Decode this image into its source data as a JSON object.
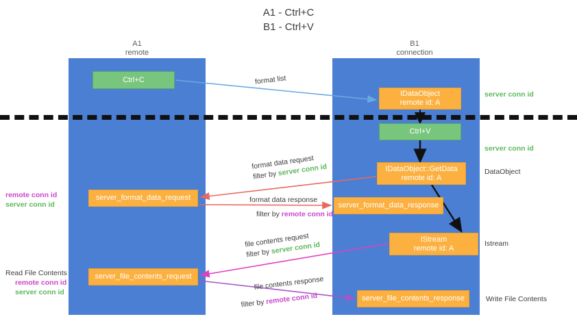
{
  "title": {
    "line1": "A1 - Ctrl+C",
    "line2": "B1 - Ctrl+V"
  },
  "lanes": [
    {
      "name": "A1",
      "sub": "remote"
    },
    {
      "name": "B1",
      "sub": "connection"
    }
  ],
  "boxes": {
    "ctrl_c": {
      "label": "Ctrl+C",
      "color": "#78c67d"
    },
    "idataobject": {
      "line1": "IDataObject",
      "line2": "remote id: A",
      "color": "#fbb040"
    },
    "ctrl_v": {
      "label": "Ctrl+V",
      "color": "#78c67d"
    },
    "getdata": {
      "line1": "IDataObject::GetData",
      "line2": "remote id: A",
      "color": "#fbb040"
    },
    "istream": {
      "line1": "IStream",
      "line2": "remote id: A",
      "color": "#fbb040"
    },
    "format_data_request": {
      "label": "server_format_data_request",
      "color": "#fbb040"
    },
    "format_data_response": {
      "label": "server_format_data_response",
      "color": "#fbb040"
    },
    "file_contents_request": {
      "label": "server_file_contents_request",
      "color": "#fbb040"
    },
    "file_contents_response": {
      "label": "server_file_contents_response",
      "color": "#fbb040"
    }
  },
  "edges": {
    "format_list": {
      "text": "format list"
    },
    "format_data_request": {
      "text": "format data request",
      "filter_prefix": "filter by ",
      "filter_value": "server conn id"
    },
    "format_data_response": {
      "text": "format data response",
      "filter_prefix": "filter by ",
      "filter_value": "remote conn id"
    },
    "file_contents_request": {
      "text": "file contents request",
      "filter_prefix": "filter by ",
      "filter_value": "server conn id"
    },
    "file_contents_response": {
      "text": "file contents response",
      "filter_prefix": "filter by ",
      "filter_value": "remote conn id"
    }
  },
  "side_left": [
    {
      "line1": "remote conn id",
      "line2": "server conn id"
    },
    {
      "heading": "Read File Contents",
      "line1": "remote conn id",
      "line2": "server conn id"
    }
  ],
  "side_right": [
    {
      "label": "server conn id",
      "kind": "server"
    },
    {
      "label": "server conn id",
      "kind": "server"
    },
    {
      "label": "DataObject",
      "kind": "plain"
    },
    {
      "label": "Istream",
      "kind": "plain"
    },
    {
      "label": "Write File Contents",
      "kind": "plain"
    }
  ],
  "colors": {
    "lane": "#4a7fd4",
    "green": "#78c67d",
    "orange": "#fbb040",
    "server_conn": "#5cb85c",
    "remote_conn": "#cc44cc",
    "arrow_blue": "#6aa9e0",
    "arrow_red": "#e8695f",
    "arrow_magenta": "#e040c0",
    "arrow_purple": "#a855c8",
    "arrow_black": "#111111"
  }
}
